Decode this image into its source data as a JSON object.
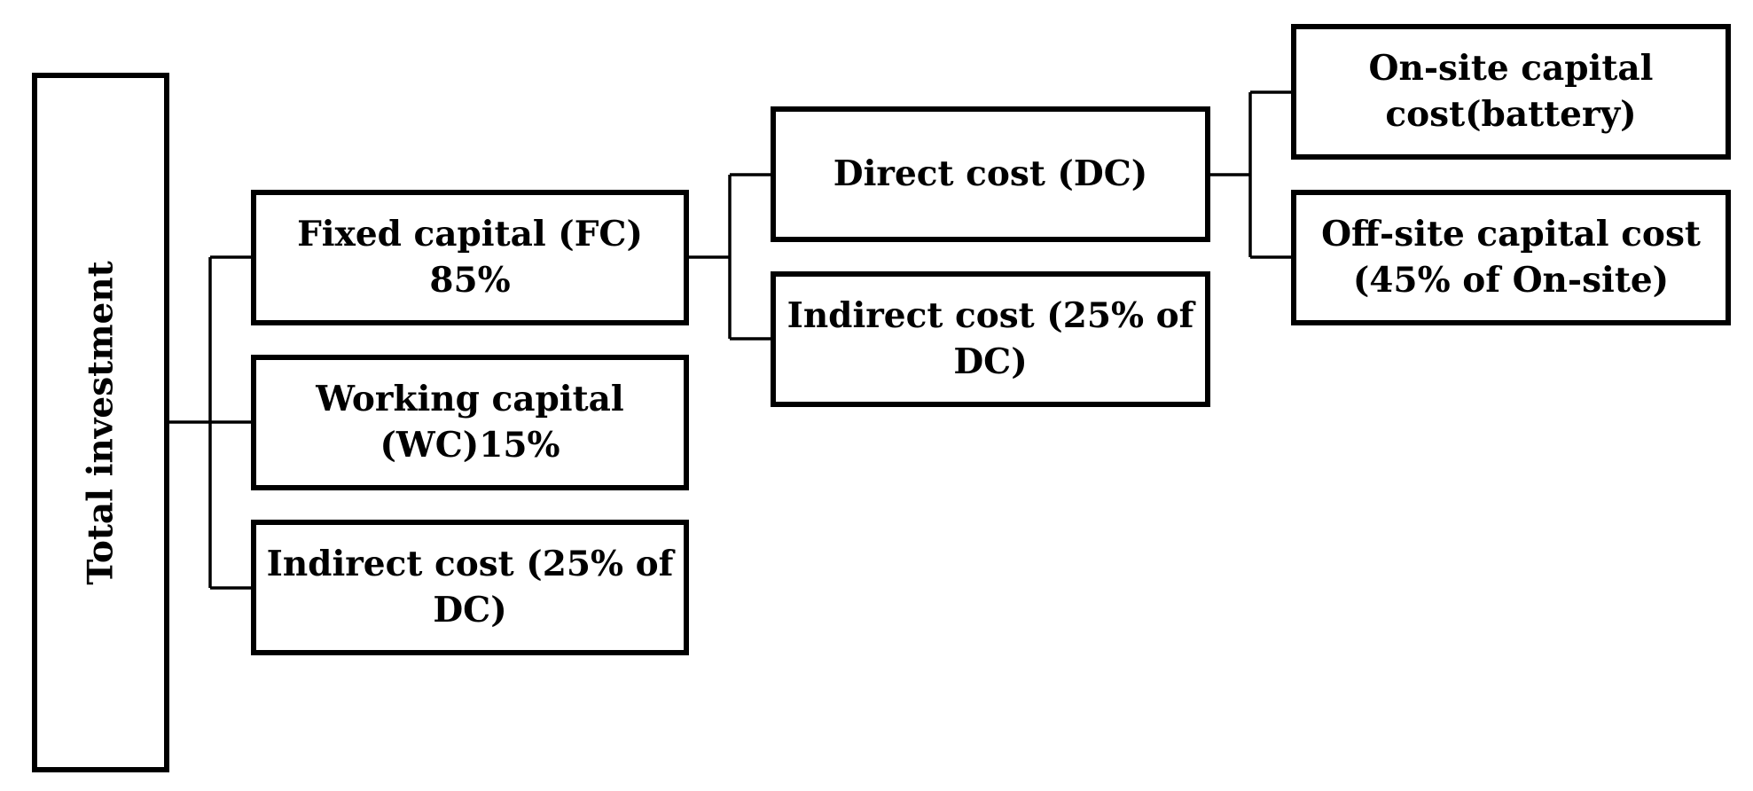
{
  "diagram": {
    "root": {
      "label": "Total investment"
    },
    "level1": {
      "fixed_capital": "Fixed capital (FC) 85%",
      "working_capital": "Working capital\n(WC)15%",
      "indirect_cost": "Indirect cost (25% of\nDC)"
    },
    "level2": {
      "direct_cost": "Direct cost (DC)",
      "indirect_cost": "Indirect cost (25% of\nDC)"
    },
    "level3": {
      "onsite": "On-site capital\ncost(battery)",
      "offsite": "Off-site capital cost\n(45% of On-site)"
    },
    "colors": {
      "stroke": "#000000",
      "background": "#ffffff",
      "text": "#000000"
    }
  }
}
